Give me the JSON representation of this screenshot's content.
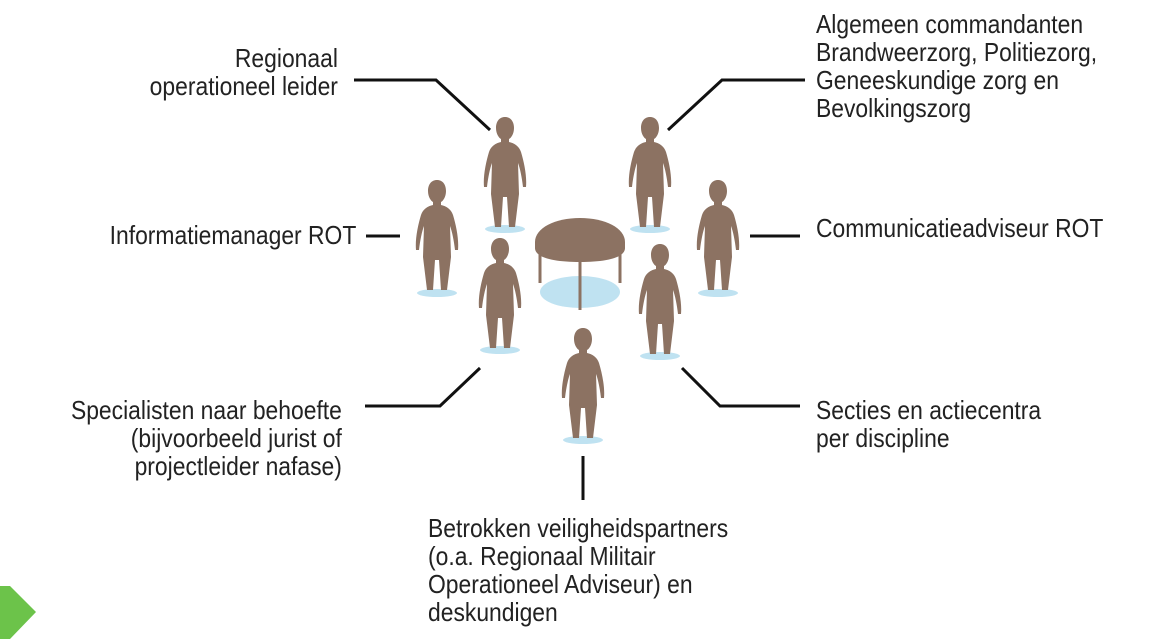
{
  "colors": {
    "figure": "#8c7262",
    "shadow": "#bfe2f1",
    "line": "#111111",
    "accent": "#6cc34a",
    "text": "#222222"
  },
  "labels": {
    "top_left": [
      "Regionaal",
      "operationeel leider"
    ],
    "top_right": [
      "Algemeen commandanten",
      "Brandweerzorg, Politiezorg,",
      "Geneeskundige zorg en",
      "Bevolkingszorg"
    ],
    "mid_left": [
      "Informatiemanager ROT"
    ],
    "mid_right": [
      "Communicatieadviseur ROT"
    ],
    "low_left": [
      "Specialisten naar behoefte",
      "(bijvoorbeeld jurist of",
      "projectleider nafase)"
    ],
    "low_right": [
      "Secties en actiecentra",
      "per discipline"
    ],
    "bottom": [
      "Betrokken veiligheidspartners",
      "(o.a. Regionaal Militair",
      "Operationeel Adviseur) en",
      "deskundigen"
    ]
  },
  "icons": {
    "people": "person-icon",
    "table": "round-table-icon",
    "corner": "green-arrow-icon"
  }
}
